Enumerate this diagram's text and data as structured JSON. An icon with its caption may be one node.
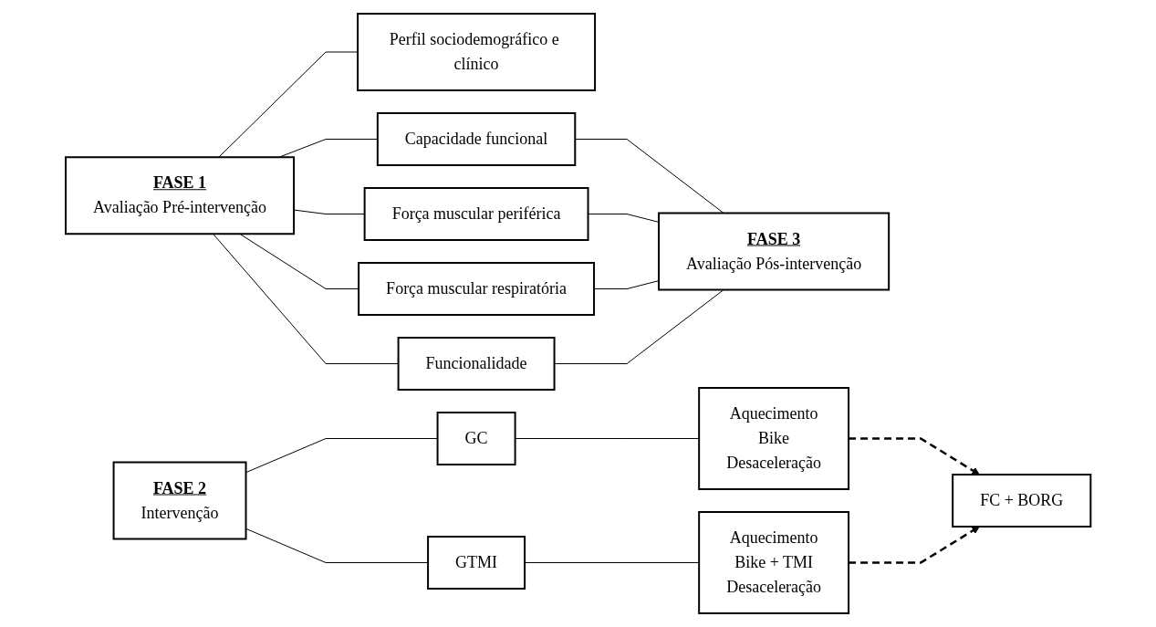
{
  "diagram": {
    "nodes": [
      {
        "text": [
          "FASE 1",
          "Avaliação Pré-intervenção"
        ]
      },
      {
        "text": [
          "Perfil sociodemográfico e clínico"
        ]
      },
      {
        "text": [
          "Capacidade funcional"
        ]
      },
      {
        "text": [
          "Força muscular periférica"
        ]
      },
      {
        "text": [
          "Força muscular respiratória"
        ]
      },
      {
        "text": [
          "Funcionalidade"
        ]
      },
      {
        "text": [
          "FASE 3",
          "Avaliação Pós-intervenção"
        ]
      },
      {
        "text": [
          "FASE 2",
          "Intervenção"
        ]
      },
      {
        "text": [
          "GC"
        ]
      },
      {
        "text": [
          "GTMI"
        ]
      },
      {
        "text": [
          "Aquecimento",
          "Bike",
          "Desaceleração"
        ]
      },
      {
        "text": [
          "Aquecimento",
          "Bike + TMI",
          "Desaceleração"
        ]
      },
      {
        "text": [
          "FC + BORG"
        ]
      }
    ],
    "edges": [
      {
        "from": 0,
        "to": 1,
        "arrow": "none"
      },
      {
        "from": 0,
        "to": 2,
        "arrow": "none"
      },
      {
        "from": 0,
        "to": 3,
        "arrow": "none"
      },
      {
        "from": 0,
        "to": 4,
        "arrow": "none"
      },
      {
        "from": 0,
        "to": 5,
        "arrow": "none"
      },
      {
        "from": 2,
        "to": 6,
        "arrow": "none"
      },
      {
        "from": 3,
        "to": 6,
        "arrow": "none"
      },
      {
        "from": 4,
        "to": 6,
        "arrow": "none"
      },
      {
        "from": 5,
        "to": 6,
        "arrow": "none"
      },
      {
        "from": 7,
        "to": 8,
        "arrow": "none"
      },
      {
        "from": 7,
        "to": 9,
        "arrow": "none"
      },
      {
        "from": 8,
        "to": 10,
        "arrow": "none"
      },
      {
        "from": 9,
        "to": 11,
        "arrow": "none"
      },
      {
        "from": 10,
        "to": 12,
        "arrow": "to",
        "style": "dashed"
      },
      {
        "from": 11,
        "to": 12,
        "arrow": "to",
        "style": "dashed"
      }
    ]
  }
}
